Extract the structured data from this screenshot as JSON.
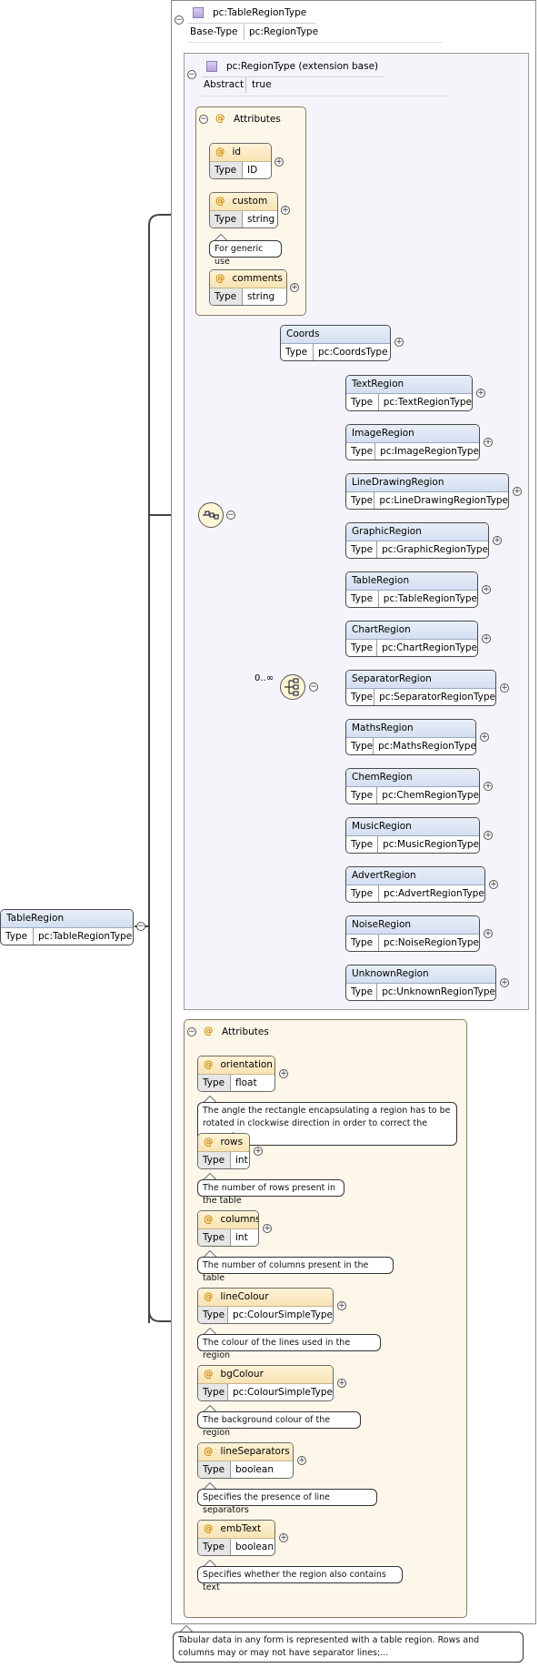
{
  "complex_type": {
    "name": "pc:TableRegionType",
    "base_label": "Base-Type",
    "base_value": "pc:RegionType"
  },
  "region_type": {
    "name": "pc:RegionType (extension base)",
    "abstract_label": "Abstract",
    "abstract_value": "true"
  },
  "attr_group_title": "Attributes",
  "type_label": "Type",
  "root": {
    "name": "TableRegion",
    "type": "pc:TableRegionType"
  },
  "base_attributes": [
    {
      "name": "id",
      "type": "ID"
    },
    {
      "name": "custom",
      "type": "string",
      "doc": "For generic use"
    },
    {
      "name": "comments",
      "type": "string"
    }
  ],
  "coords": {
    "name": "Coords",
    "type": "pc:CoordsType"
  },
  "cardinality": "0..∞",
  "regions": [
    {
      "name": "TextRegion",
      "type": "pc:TextRegionType"
    },
    {
      "name": "ImageRegion",
      "type": "pc:ImageRegionType"
    },
    {
      "name": "LineDrawingRegion",
      "type": "pc:LineDrawingRegionType"
    },
    {
      "name": "GraphicRegion",
      "type": "pc:GraphicRegionType"
    },
    {
      "name": "TableRegion",
      "type": "pc:TableRegionType"
    },
    {
      "name": "ChartRegion",
      "type": "pc:ChartRegionType"
    },
    {
      "name": "SeparatorRegion",
      "type": "pc:SeparatorRegionType"
    },
    {
      "name": "MathsRegion",
      "type": "pc:MathsRegionType"
    },
    {
      "name": "ChemRegion",
      "type": "pc:ChemRegionType"
    },
    {
      "name": "MusicRegion",
      "type": "pc:MusicRegionType"
    },
    {
      "name": "AdvertRegion",
      "type": "pc:AdvertRegionType"
    },
    {
      "name": "NoiseRegion",
      "type": "pc:NoiseRegionType"
    },
    {
      "name": "UnknownRegion",
      "type": "pc:UnknownRegionType"
    }
  ],
  "table_attributes": [
    {
      "name": "orientation",
      "type": "float",
      "doc": "The angle the rectangle encapsulating a region has to be rotated in clockwise direction in order to correct the present..."
    },
    {
      "name": "rows",
      "type": "int",
      "doc": "The number of rows present in the table"
    },
    {
      "name": "columns",
      "type": "int",
      "doc": "The number of columns present in the table"
    },
    {
      "name": "lineColour",
      "type": "pc:ColourSimpleType",
      "doc": "The colour of the lines used in the region"
    },
    {
      "name": "bgColour",
      "type": "pc:ColourSimpleType",
      "doc": "The background colour of the region"
    },
    {
      "name": "lineSeparators",
      "type": "boolean",
      "doc": "Specifies the presence of line separators"
    },
    {
      "name": "embText",
      "type": "boolean",
      "doc": "Specifies whether the region also contains text"
    }
  ],
  "root_doc": "Tabular data in any form is represented with a table region. Rows and columns may or may not have separator lines;...",
  "colors": {
    "element_header": "#d4dff1",
    "attribute_header": "#f7e3b4",
    "attribute_group_bg": "#fdf7ea",
    "doc_border": "#333333"
  }
}
